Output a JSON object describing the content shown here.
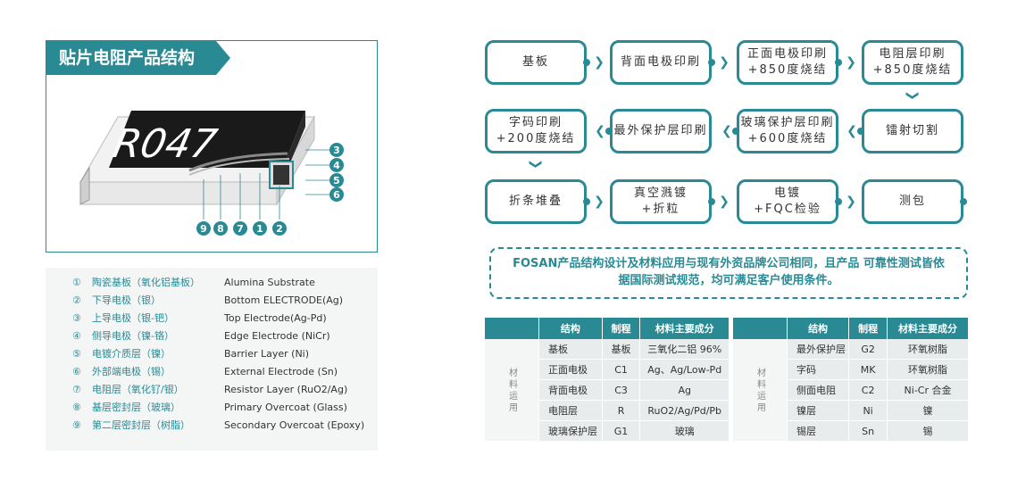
{
  "left": {
    "title": "贴片电阻产品结构",
    "resistor_marking": "R047",
    "callouts_right": [
      "3",
      "4",
      "5",
      "6"
    ],
    "callouts_bottom": [
      "9",
      "8",
      "7",
      "1",
      "2"
    ],
    "colors": {
      "accent": "#2a8a94",
      "body_dark": "#1a1a1a",
      "substrate": "#e8e8e8"
    }
  },
  "legend": [
    {
      "num": "①",
      "cn": "陶瓷基板（氧化铝基板）",
      "en": "Alumina Substrate"
    },
    {
      "num": "②",
      "cn": "下导电极（银）",
      "en": "Bottom ELECTRODE(Ag)"
    },
    {
      "num": "③",
      "cn": "上导电极（银-钯）",
      "en": "Top Electrode(Ag-Pd)"
    },
    {
      "num": "④",
      "cn": "侧导电极（镍-铬）",
      "en": "Edge Electrode (NiCr)"
    },
    {
      "num": "⑤",
      "cn": "电镀介质层（镍）",
      "en": "Barrier Layer (Ni)"
    },
    {
      "num": "⑥",
      "cn": "外部端电极（锡）",
      "en": "External Electrode (Sn)"
    },
    {
      "num": "⑦",
      "cn": "电阻层（氧化钌/银）",
      "en": "Resistor Layer (RuO2/Ag)"
    },
    {
      "num": "⑧",
      "cn": "基层密封层（玻璃）",
      "en": "Primary Overcoat (Glass)"
    },
    {
      "num": "⑨",
      "cn": "第二层密封层（树脂）",
      "en": "Secondary Overcoat (Epoxy)"
    }
  ],
  "flow": [
    {
      "label": "基板"
    },
    {
      "label": "背面电极印刷"
    },
    {
      "label": "正面电极印刷\n+850度烧结"
    },
    {
      "label": "电阻层印刷\n+850度烧结"
    },
    {
      "label": "镭射切割"
    },
    {
      "label": "玻璃保护层印刷\n+600度烧结"
    },
    {
      "label": "最外保护层印刷"
    },
    {
      "label": "字码印刷\n+200度烧结"
    },
    {
      "label": "折条堆叠"
    },
    {
      "label": "真空溅镀\n+折粒"
    },
    {
      "label": "电镀\n+FQC检验"
    },
    {
      "label": "测包"
    }
  ],
  "notice": "FOSAN产品结构设计及材料应用与现有外资品牌公司相同，且产品 可靠性测试皆依据国际测试规范，均可满足客户使用条件。",
  "table_left": {
    "side_label": "材料运用",
    "headers": [
      "结构",
      "制程",
      "材料主要成分"
    ],
    "rows": [
      [
        "基板",
        "基板",
        "三氧化二铝 96%"
      ],
      [
        "正面电极",
        "C1",
        "Ag、Ag/Low-Pd"
      ],
      [
        "背面电极",
        "C3",
        "Ag"
      ],
      [
        "电阻层",
        "R",
        "RuO2/Ag/Pd/Pb"
      ],
      [
        "玻璃保护层",
        "G1",
        "玻璃"
      ]
    ]
  },
  "table_right": {
    "side_label": "材料运用",
    "headers": [
      "结构",
      "制程",
      "材料主要成分"
    ],
    "rows": [
      [
        "最外保护层",
        "G2",
        "环氧树脂"
      ],
      [
        "字码",
        "MK",
        "环氧树脂"
      ],
      [
        "侧面电阻",
        "C2",
        "Ni-Cr 合金"
      ],
      [
        "镍层",
        "Ni",
        "镍"
      ],
      [
        "锡层",
        "Sn",
        "锡"
      ]
    ]
  }
}
